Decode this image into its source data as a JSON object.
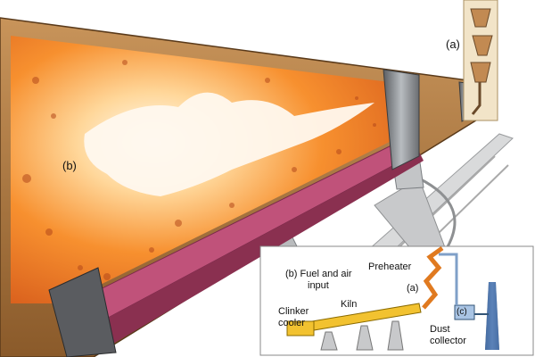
{
  "main_view": {
    "label_a": "(a)",
    "label_b": "(b)"
  },
  "inset": {
    "fuel_line1": "(b) Fuel and air",
    "fuel_line2": "input",
    "preheater": "Preheater",
    "label_a": "(a)",
    "kiln": "Kiln",
    "clinker_line1": "Clinker",
    "clinker_line2": "cooler",
    "label_c": "(c)",
    "dust_line1": "Dust",
    "dust_line2": "collector"
  },
  "colors": {
    "kiln_shell": "#b07a3c",
    "fire_orange": "#f07a20",
    "flame_white": "#fff8ee",
    "support_steel": "#7b7e82",
    "stack_blue": "#3c6fb5"
  }
}
